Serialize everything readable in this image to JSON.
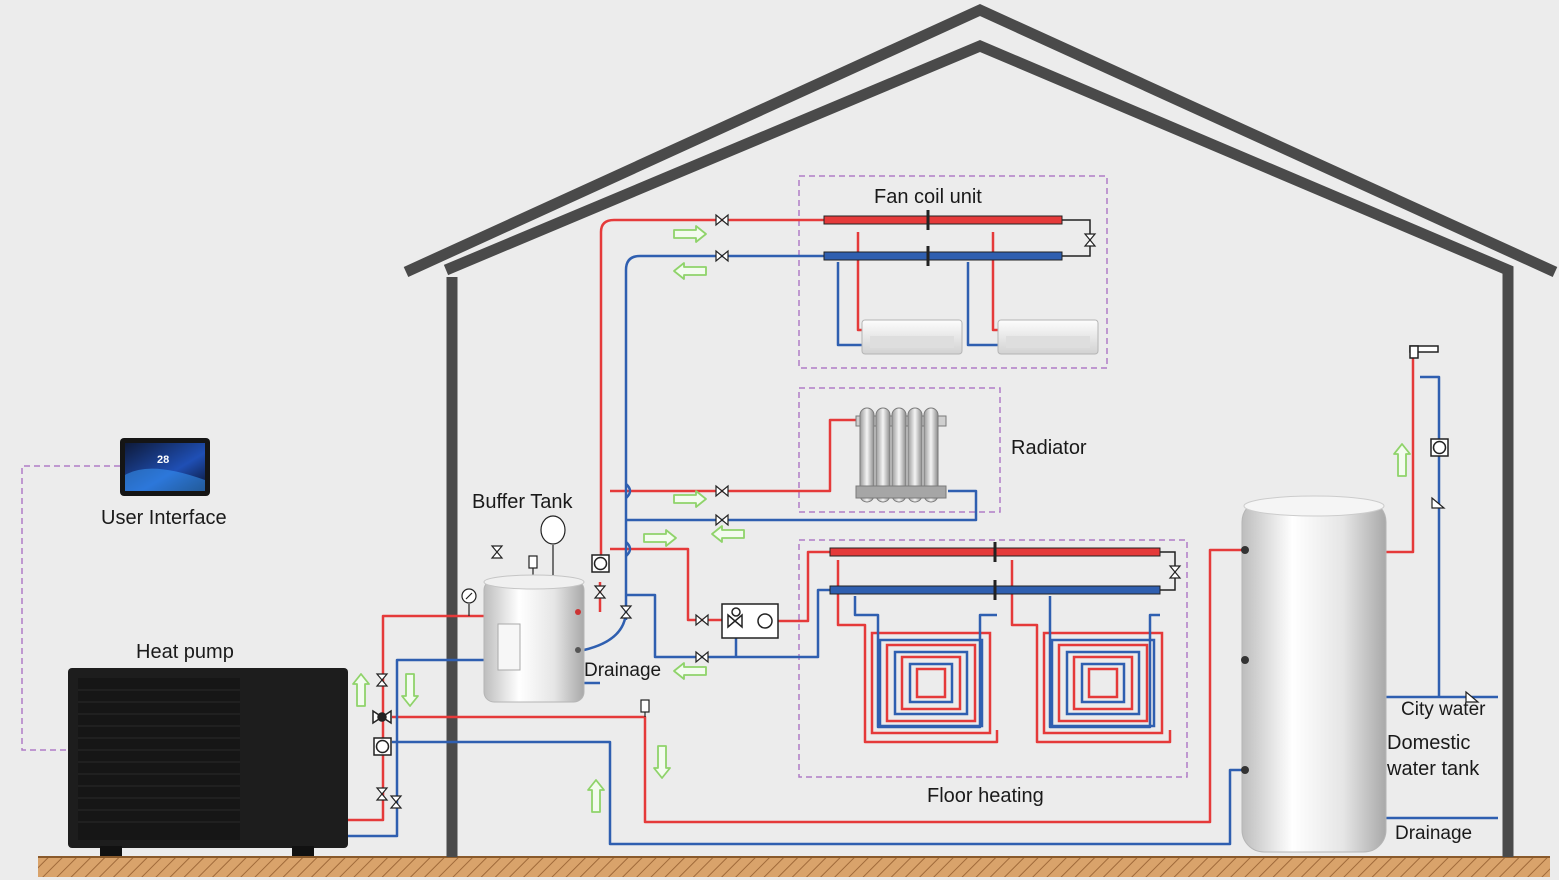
{
  "labels": {
    "fan_coil_unit": "Fan coil unit",
    "radiator": "Radiator",
    "buffer_tank": "Buffer Tank",
    "user_interface": "User Interface",
    "heat_pump": "Heat pump",
    "drainage_buffer": "Drainage",
    "floor_heating": "Floor heating",
    "city_water": "City water",
    "domestic_line1": "Domestic",
    "domestic_line2": "water tank",
    "drainage_tank": "Drainage"
  },
  "controller": {
    "display_value": "28"
  },
  "colors": {
    "hot_pipe": "#e53a3a",
    "cold_pipe": "#2f5fb0",
    "flow_arrow": "#8fd36a",
    "zone_border": "#b07cc6",
    "house_outline": "#4a4a4a",
    "ground": "#d9a36b",
    "background": "#ececec"
  }
}
